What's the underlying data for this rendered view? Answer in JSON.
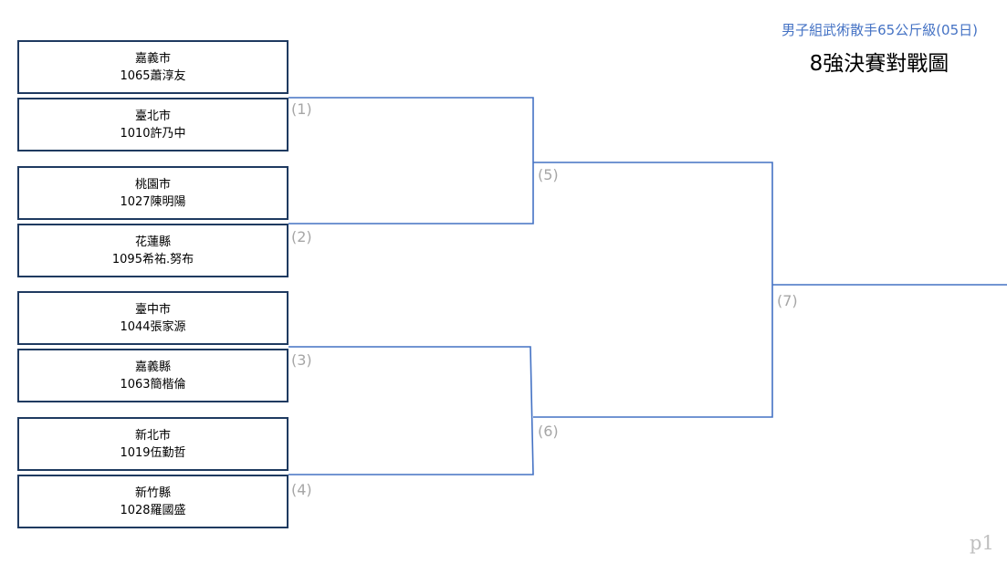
{
  "header": {
    "subtitle": "男子組武術散手65公斤級(05日)",
    "title": "8強決賽對戰圖"
  },
  "entrants": [
    {
      "city": "嘉義市",
      "name": "1065蕭淳友"
    },
    {
      "city": "臺北市",
      "name": "1010許乃中"
    },
    {
      "city": "桃園市",
      "name": "1027陳明陽"
    },
    {
      "city": "花蓮縣",
      "name": "1095希祐.努布"
    },
    {
      "city": "臺中市",
      "name": "1044張家源"
    },
    {
      "city": "嘉義縣",
      "name": "1063簡楷倫"
    },
    {
      "city": "新北市",
      "name": "1019伍勤哲"
    },
    {
      "city": "新竹縣",
      "name": "1028羅國盛"
    }
  ],
  "matches": [
    "(1)",
    "(2)",
    "(3)",
    "(4)",
    "(5)",
    "(6)",
    "(7)"
  ],
  "line_color": "#4472c4",
  "page_label": "p1"
}
